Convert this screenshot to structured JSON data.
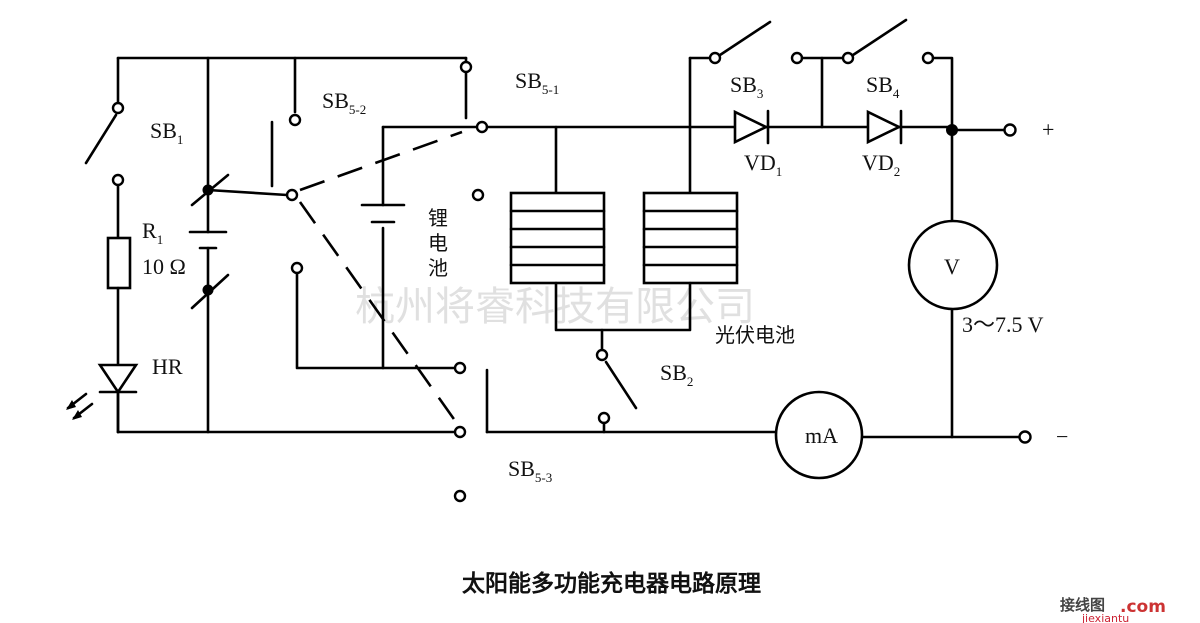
{
  "labels": {
    "sb1": "SB",
    "sb1_sub": "1",
    "sb52": "SB",
    "sb52_sub": "5-2",
    "sb51": "SB",
    "sb51_sub": "5-1",
    "sb53": "SB",
    "sb53_sub": "5-3",
    "sb2": "SB",
    "sb2_sub": "2",
    "sb3": "SB",
    "sb3_sub": "3",
    "sb4": "SB",
    "sb4_sub": "4",
    "vd1": "VD",
    "vd1_sub": "1",
    "vd2": "VD",
    "vd2_sub": "2",
    "r1": "R",
    "r1_sub": "1",
    "r1_value": "10 Ω",
    "hr": "HR",
    "li_battery_1": "锂",
    "li_battery_2": "电",
    "li_battery_3": "池",
    "pv_cell": "光伏电池",
    "voltmeter": "V",
    "ammeter": "mA",
    "voltage_range": "3～7.5 V",
    "plus": "+",
    "minus": "−"
  },
  "title": "太阳能多功能充电器电路原理",
  "watermark": "杭州将睿科技有限公司",
  "logo": {
    "cn": "接线图",
    "en": "jiexiantu",
    "dotcom": ".com"
  }
}
